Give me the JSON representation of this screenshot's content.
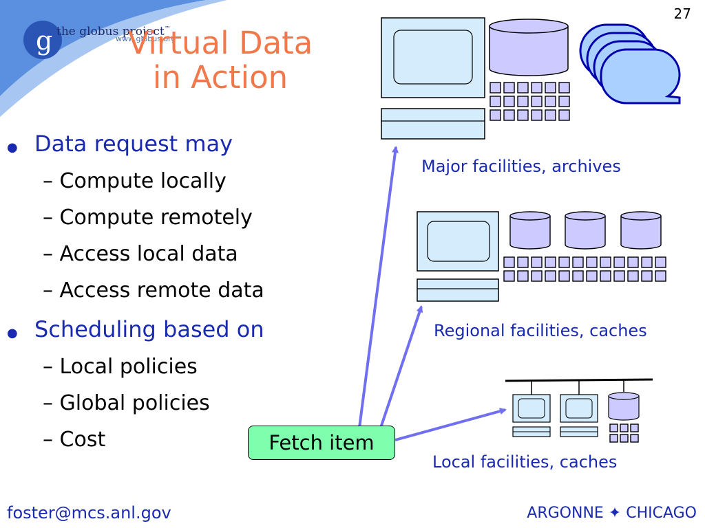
{
  "slide": {
    "number": "27",
    "title_line1": "Virtual Data",
    "title_line2": "in Action"
  },
  "brand": {
    "logo_letter": "g",
    "name": "the globus project",
    "trademark": "™",
    "url": "www.globus.org"
  },
  "bullets": [
    {
      "text": "Data request may",
      "subs": [
        "– Compute locally",
        "– Compute remotely",
        "– Access local data",
        "– Access remote data"
      ]
    },
    {
      "text": "Scheduling based on",
      "subs": [
        "– Local policies",
        "– Global policies",
        "– Cost"
      ]
    }
  ],
  "facilities": {
    "major": "Major facilities, archives",
    "regional": "Regional facilities, caches",
    "local": "Local facilities, caches"
  },
  "fetch_label": "Fetch item",
  "footer": {
    "email": "foster@mcs.anl.gov",
    "org": "ARGONNE ✦ CHICAGO"
  },
  "colors": {
    "accent_title": "#f0784a",
    "text_blue": "#1a2ab0",
    "button_green": "#7fffae",
    "monitor_fill": "#d4ecfb",
    "disk_fill": "#cccaff",
    "arrow": "#6f6ff0"
  }
}
